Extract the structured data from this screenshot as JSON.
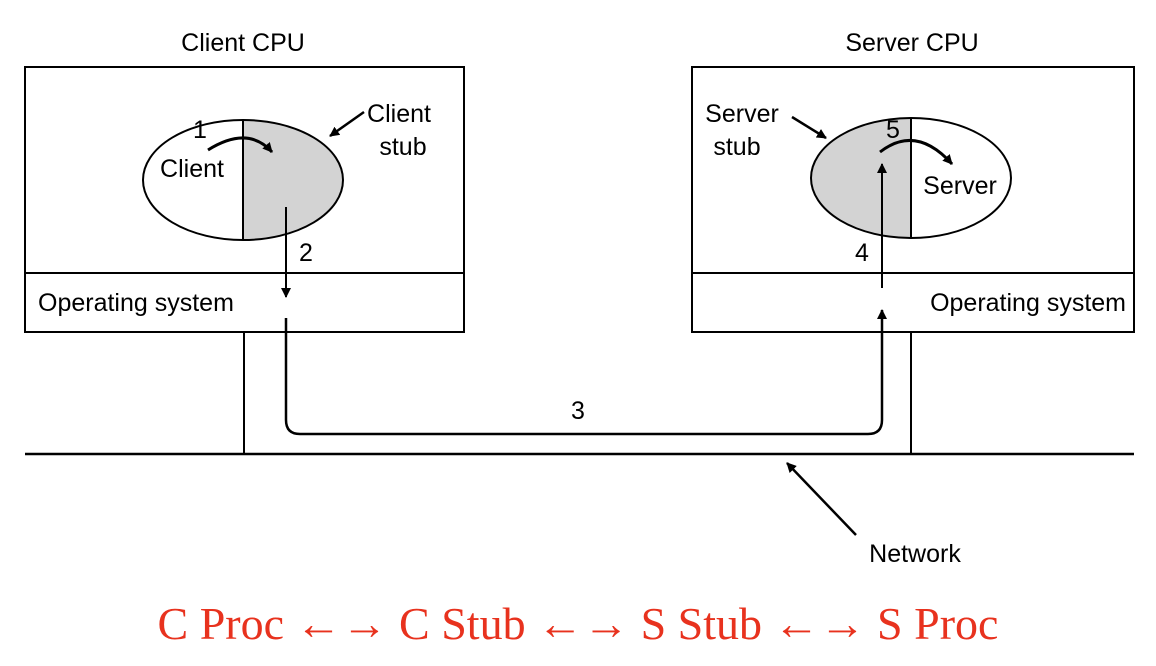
{
  "client": {
    "cpu_label": "Client CPU",
    "process_label": "Client",
    "stub_label_line1": "Client",
    "stub_label_line2": "stub",
    "os_label": "Operating system"
  },
  "server": {
    "cpu_label": "Server CPU",
    "process_label": "Server",
    "stub_label_line1": "Server",
    "stub_label_line2": "stub",
    "os_label": "Operating system"
  },
  "steps": {
    "s1": "1",
    "s2": "2",
    "s3": "3",
    "s4": "4",
    "s5": "5"
  },
  "network_label": "Network",
  "caption": {
    "text": "C Proc ←→ C Stub ←→ S Stub ←→ S Proc",
    "color": "#e8321e"
  },
  "colors": {
    "stub_fill": "#d3d3d3",
    "line": "#000000"
  }
}
